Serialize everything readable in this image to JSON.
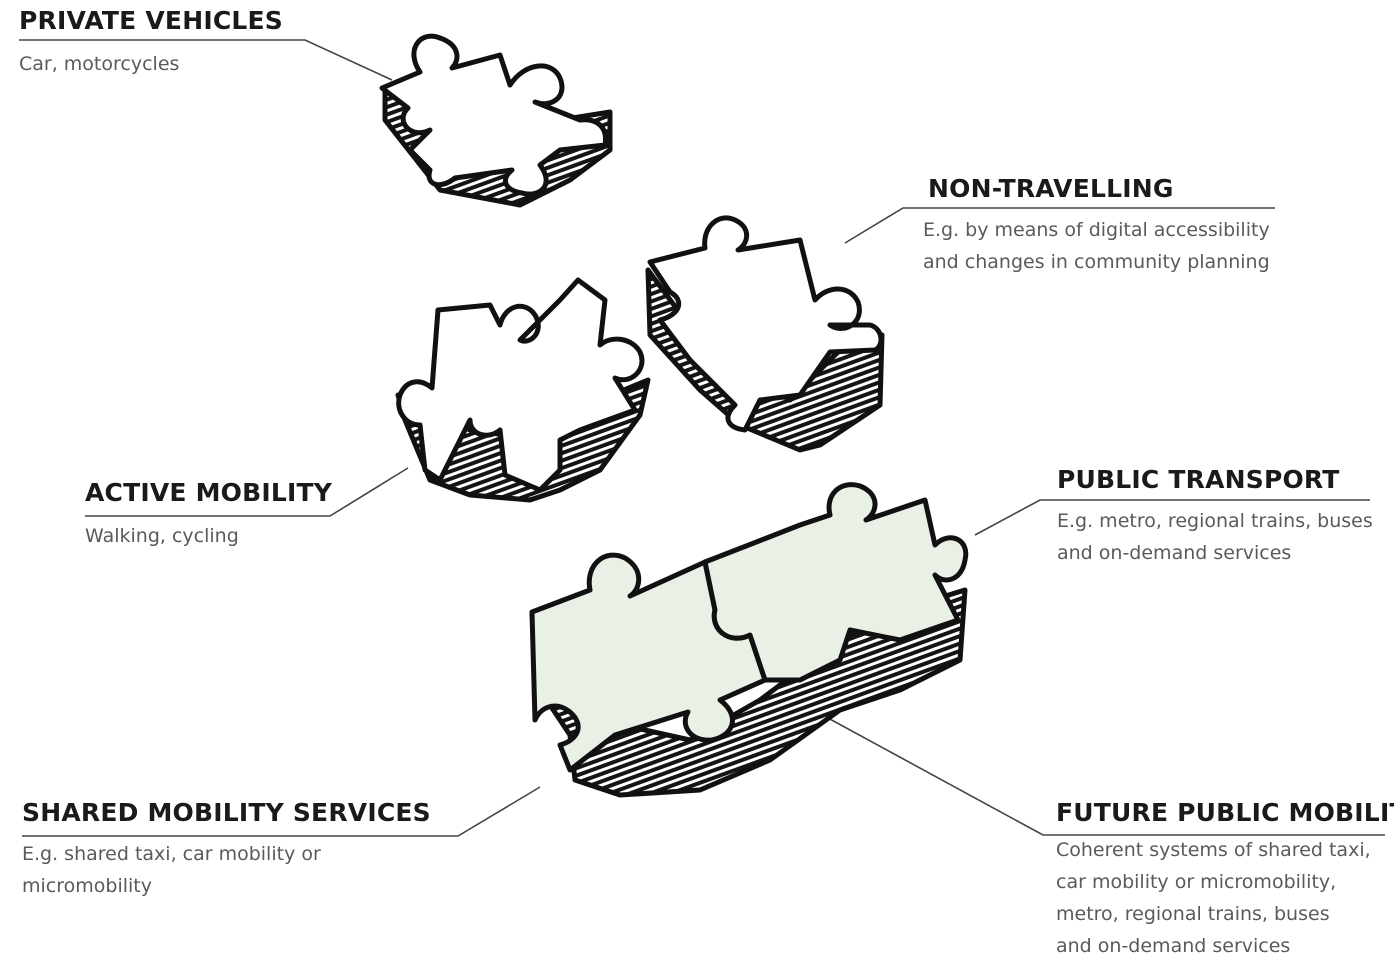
{
  "colors": {
    "ink": "#111111",
    "title_text": "#1a1a1a",
    "desc_text": "#5a5a5a",
    "leader_line": "#444444",
    "puzzle_fill_plain": "#ffffff",
    "puzzle_fill_highlight": "#e9f1e6"
  },
  "labels": {
    "private_vehicles": {
      "title": "PRIVATE VEHICLES",
      "lines": [
        "Car, motorcycles"
      ]
    },
    "non_travelling": {
      "title": "NON-TRAVELLING",
      "lines": [
        "E.g. by means of digital accessibility",
        "and changes in community planning"
      ]
    },
    "active_mobility": {
      "title": "ACTIVE MOBILITY",
      "lines": [
        "Walking, cycling"
      ]
    },
    "public_transport": {
      "title": "PUBLIC TRANSPORT",
      "lines": [
        "E.g. metro, regional trains, buses",
        "and on-demand services"
      ]
    },
    "shared_mobility": {
      "title": "SHARED MOBILITY SERVICES",
      "lines": [
        "E.g. shared taxi, car mobility or",
        "micromobility"
      ]
    },
    "future_public_mobility": {
      "title": "FUTURE PUBLIC MOBILITY",
      "lines": [
        "Coherent systems of shared taxi,",
        "car mobility or micromobility,",
        "metro, regional trains, buses",
        "and on-demand services"
      ]
    }
  }
}
